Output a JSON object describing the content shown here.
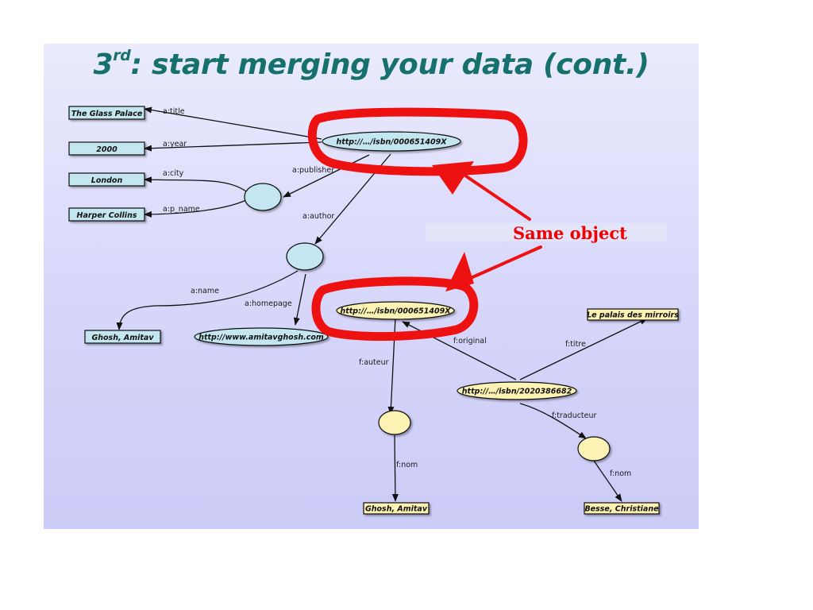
{
  "slide": {
    "title_prefix": "3",
    "title_sup": "rd",
    "title_rest": ": start merging your data (cont.)",
    "annotation": "Same object"
  },
  "colors": {
    "title": "#16706e",
    "graph_a_fill": "#c3e6f1",
    "graph_b_fill": "#fbf2b4",
    "highlight": "#ee1111",
    "edge": "#111111"
  },
  "graph_a": {
    "center_uri": "http://…/isbn/000651409X",
    "literals": {
      "title": "The Glass Palace",
      "year": "2000",
      "city": "London",
      "publisher_name": "Harper Collins",
      "author_name": "Ghosh, Amitav"
    },
    "homepage_uri": "http://www.amitavghosh.com",
    "edges": {
      "title": "a:title",
      "year": "a:year",
      "publisher": "a:publisher",
      "city": "a:city",
      "p_name": "a:p_name",
      "author": "a:author",
      "name": "a:name",
      "homepage": "a:homepage"
    }
  },
  "graph_b": {
    "original_uri": "http://…/isbn/000651409X",
    "translation_uri": "http://…/isbn/2020386682",
    "literals": {
      "titre": "Le palais des mirroirs",
      "auteur_nom": "Ghosh, Amitav",
      "traducteur_nom": "Besse, Christiane"
    },
    "edges": {
      "original": "f:original",
      "titre": "f:titre",
      "auteur": "f:auteur",
      "traducteur": "f:traducteur",
      "nom_auteur": "f:nom",
      "nom_traducteur": "f:nom"
    }
  }
}
